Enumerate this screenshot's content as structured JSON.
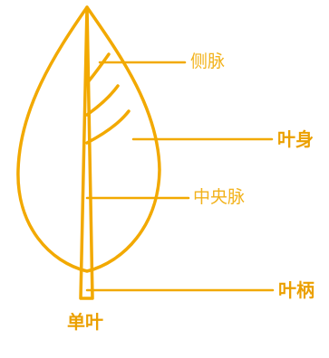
{
  "labels": {
    "lateral_veins": "侧脉",
    "blade": "叶身",
    "midrib": "中央脉",
    "petiole": "叶柄",
    "simple_leaf": "单叶"
  },
  "colors": {
    "stroke": "#F2A900",
    "label_light": "#F2B21B",
    "label_bold": "#EBA000",
    "background": "#FFFFFF"
  }
}
